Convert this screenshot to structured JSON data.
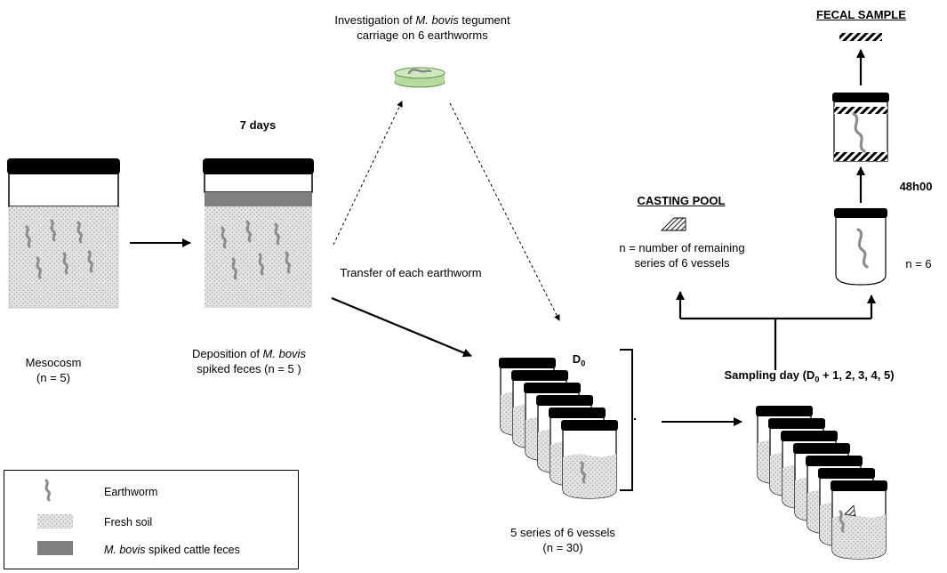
{
  "title_tegument": {
    "line1_pre": "Investigation of ",
    "line1_species": "M. bovis",
    "line1_post": " tegument",
    "line2": "carriage on 6 earthworms"
  },
  "fecal_sample_label": "FECAL SAMPLE",
  "casting_pool_label": "CASTING  POOL",
  "seven_days_label": "7 days",
  "duration_48h_label": "48h00",
  "casting_pool_desc": {
    "line1": "n = number of remaining",
    "line2": "series of 6 vessels"
  },
  "n6_label": "n = 6",
  "transfer_label": "Transfer of each earthworm",
  "mesocosm_label": {
    "line1": "Mesocosm",
    "line2": "(n = 5)"
  },
  "deposition_label": {
    "line1_pre": "Deposition of ",
    "line1_species": "M. bovis",
    "line2": "spiked feces  (n = 5 )"
  },
  "d0_label": {
    "main": "D",
    "sub": "0"
  },
  "sampling_day_label": {
    "pre": "Sampling day (D",
    "sub": "0",
    "post": " + 1, 2, 3, 4, 5)"
  },
  "series_label": {
    "line1": "5 series of 6 vessels",
    "line2": "(n = 30)"
  },
  "legend": {
    "earthworm": "Earthworm",
    "fresh_soil": "Fresh soil",
    "feces_species": "M. bovis",
    "feces_post": " spiked cattle feces"
  },
  "colors": {
    "lid": "#000000",
    "soil_fill": "#e4e4e4",
    "soil_dot": "#9a9a9a",
    "feces": "#7f7f7f",
    "petri_green": "#b7dca0",
    "petri_edge": "#5f8f48",
    "worm": "#8c8c8c"
  }
}
